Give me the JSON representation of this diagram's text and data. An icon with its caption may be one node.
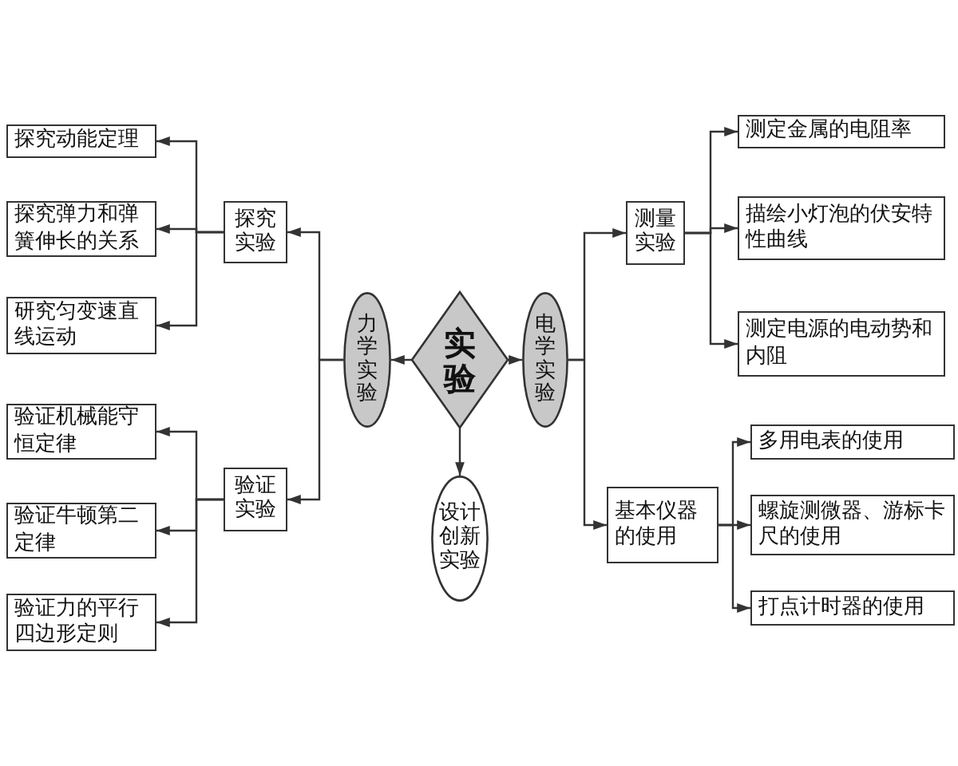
{
  "diagram": {
    "nodes": [
      {
        "text": [
          "实验"
        ]
      },
      {
        "text": [
          "力学实验"
        ]
      },
      {
        "text": [
          "电学实验"
        ]
      },
      {
        "text": [
          "设计创新实验"
        ]
      },
      {
        "text": [
          "探究实验"
        ]
      },
      {
        "text": [
          "验证实验"
        ]
      },
      {
        "text": [
          "探究动能定理"
        ]
      },
      {
        "text": [
          "探究弹力和弹簧伸长的关系"
        ]
      },
      {
        "text": [
          "研究匀变速直线运动"
        ]
      },
      {
        "text": [
          "验证机械能守恒定律"
        ]
      },
      {
        "text": [
          "验证牛顿第二定律"
        ]
      },
      {
        "text": [
          "验证力的平行四边形定则"
        ]
      },
      {
        "text": [
          "测量实验"
        ]
      },
      {
        "text": [
          "基本仪器的使用"
        ]
      },
      {
        "text": [
          "测定金属的电阻率"
        ]
      },
      {
        "text": [
          "描绘小灯泡的伏安特性曲线"
        ]
      },
      {
        "text": [
          "测定电源的电动势和内阻"
        ]
      },
      {
        "text": [
          "多用电表的使用"
        ]
      },
      {
        "text": [
          "螺旋测微器、游标卡尺的使用"
        ]
      },
      {
        "text": [
          "打点计时器的使用"
        ]
      }
    ],
    "edges": [
      {
        "from": 0,
        "to": 1,
        "arrow": "to"
      },
      {
        "from": 0,
        "to": 2,
        "arrow": "to"
      },
      {
        "from": 0,
        "to": 3,
        "arrow": "to"
      },
      {
        "from": 1,
        "to": 4,
        "arrow": "to"
      },
      {
        "from": 1,
        "to": 5,
        "arrow": "to"
      },
      {
        "from": 4,
        "to": 6,
        "arrow": "to"
      },
      {
        "from": 4,
        "to": 7,
        "arrow": "to"
      },
      {
        "from": 4,
        "to": 8,
        "arrow": "to"
      },
      {
        "from": 5,
        "to": 9,
        "arrow": "to"
      },
      {
        "from": 5,
        "to": 10,
        "arrow": "to"
      },
      {
        "from": 5,
        "to": 11,
        "arrow": "to"
      },
      {
        "from": 2,
        "to": 12,
        "arrow": "to"
      },
      {
        "from": 2,
        "to": 13,
        "arrow": "to"
      },
      {
        "from": 12,
        "to": 14,
        "arrow": "to"
      },
      {
        "from": 12,
        "to": 15,
        "arrow": "to"
      },
      {
        "from": 12,
        "to": 16,
        "arrow": "to"
      },
      {
        "from": 13,
        "to": 17,
        "arrow": "to"
      },
      {
        "from": 13,
        "to": 18,
        "arrow": "to"
      },
      {
        "from": 13,
        "to": 19,
        "arrow": "to"
      }
    ]
  }
}
